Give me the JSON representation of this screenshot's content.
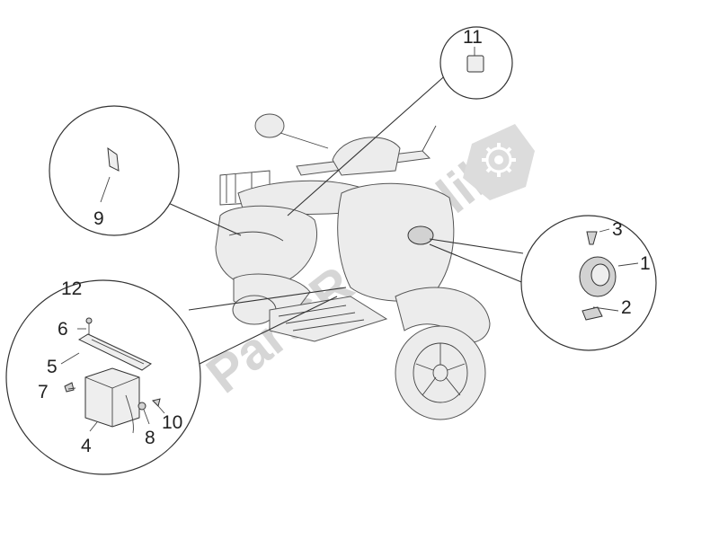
{
  "watermark": {
    "text": "PartsRepublik",
    "icon": "gear-icon"
  },
  "callouts": {
    "c1": "1",
    "c2": "2",
    "c3": "3",
    "c4": "4",
    "c5": "5",
    "c6": "6",
    "c7": "7",
    "c8": "8",
    "c9": "9",
    "c10": "10",
    "c11": "11",
    "c12": "12"
  }
}
